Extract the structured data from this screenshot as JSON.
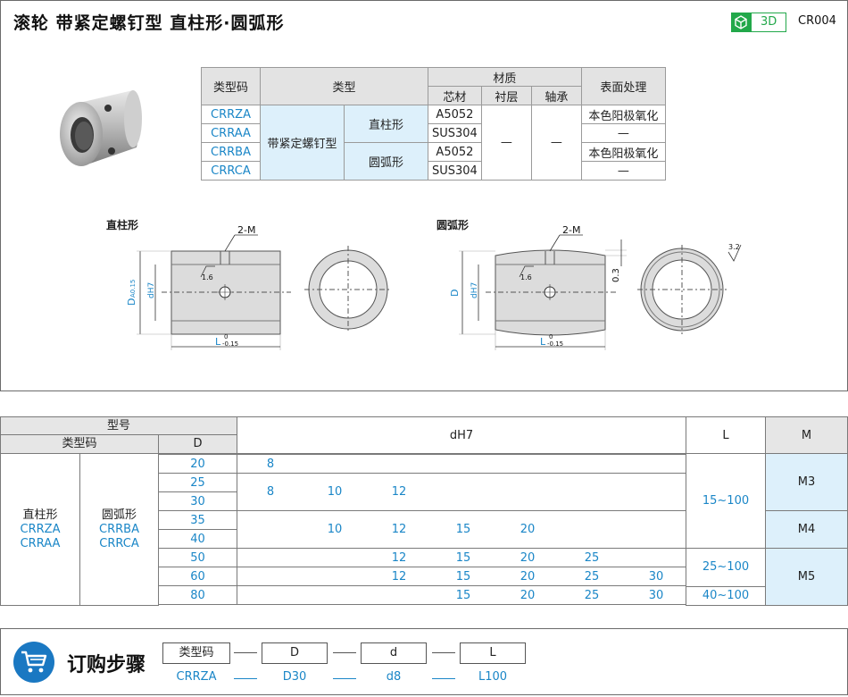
{
  "header": {
    "title": "滚轮  带紧定螺钉型  直柱形·圆弧形",
    "badge_3d": "3D",
    "code": "CR004"
  },
  "spec_table": {
    "h_type_code": "类型码",
    "h_type": "类型",
    "h_material": "材质",
    "h_core": "芯材",
    "h_lining": "衬层",
    "h_bearing": "轴承",
    "h_surface": "表面处理",
    "codes": [
      "CRRZA",
      "CRRAA",
      "CRRBA",
      "CRRCA"
    ],
    "type_main": "带紧定螺钉型",
    "sub_straight": "直柱形",
    "sub_arc": "圆弧形",
    "cores": [
      "A5052",
      "SUS304",
      "A5052",
      "SUS304"
    ],
    "lining": "—",
    "bearing": "—",
    "surfaces": [
      "本色阳极氧化",
      "—",
      "本色阳极氧化",
      "—"
    ]
  },
  "drawings": {
    "left_label": "直柱形",
    "right_label": "圆弧形",
    "label_2m": "2-M",
    "label_16": "1.6",
    "label_d": "D",
    "label_d_tol": "A0.15",
    "label_dh7": "dH7",
    "label_l": "L",
    "label_l_tol_upper": "0",
    "label_l_tol_lower": "-0.15",
    "label_03": "0.3",
    "label_32": "3.2"
  },
  "size_table": {
    "h_model": "型号",
    "h_type_code": "类型码",
    "h_d": "D",
    "h_dh7": "dH7",
    "h_l": "L",
    "h_m": "M",
    "group_straight": "直柱形",
    "straight_codes": [
      "CRRZA",
      "CRRAA"
    ],
    "group_arc": "圆弧形",
    "arc_codes": [
      "CRRBA",
      "CRRCA"
    ],
    "D_values": [
      "20",
      "25",
      "30",
      "35",
      "40",
      "50",
      "60",
      "80"
    ],
    "d_rows": [
      [
        "8"
      ],
      [
        "8",
        "10",
        "12"
      ],
      [],
      [
        "10",
        "12",
        "15",
        "20"
      ],
      [],
      [
        "12",
        "15",
        "20",
        "25"
      ],
      [
        "12",
        "15",
        "20",
        "25",
        "30"
      ],
      [
        "15",
        "20",
        "25",
        "30"
      ]
    ],
    "L_ranges": [
      "15~100",
      "25~100",
      "40~100"
    ],
    "M_values": [
      "M3",
      "M4",
      "M5"
    ]
  },
  "order": {
    "title": "订购步骤",
    "fields": [
      "类型码",
      "D",
      "d",
      "L"
    ],
    "example": [
      "CRRZA",
      "D30",
      "d8",
      "L100"
    ]
  },
  "colors": {
    "accent_blue": "#1a86c7",
    "cell_blue": "#ddf0fb",
    "badge_green": "#22a84a",
    "cart_blue": "#1a78c2"
  }
}
